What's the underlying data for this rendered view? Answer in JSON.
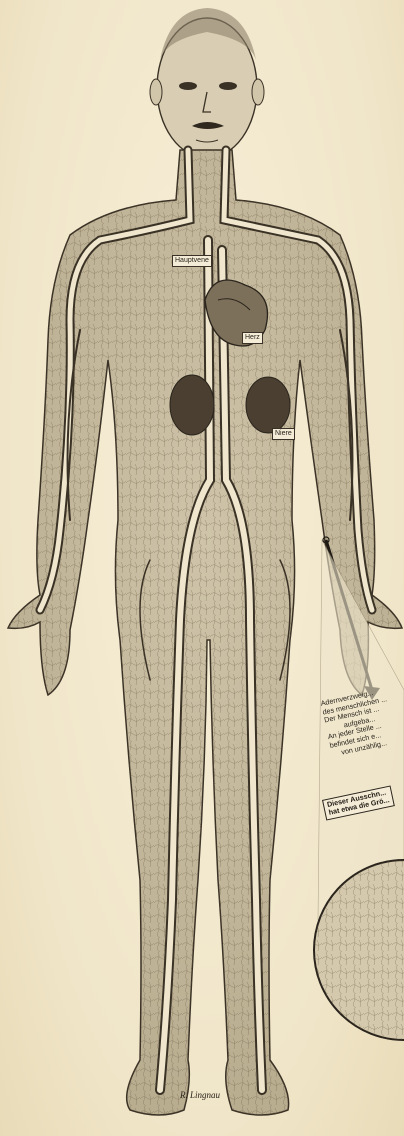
{
  "labels": {
    "vein": "Hauptvene",
    "heart": "Herz",
    "kidney": "Niere"
  },
  "panel": {
    "lines": [
      "Adernverzweig...",
      "des menschlichen ...",
      "Der Mensch ist ...",
      "aufgeba...",
      "An jeder Stelle ...",
      "befindet sich e...",
      "von unzählig..."
    ],
    "box_lines": [
      "Dieser Ausschn...",
      "hat etwa die Grö..."
    ]
  },
  "signature": "R. Lingnau"
}
